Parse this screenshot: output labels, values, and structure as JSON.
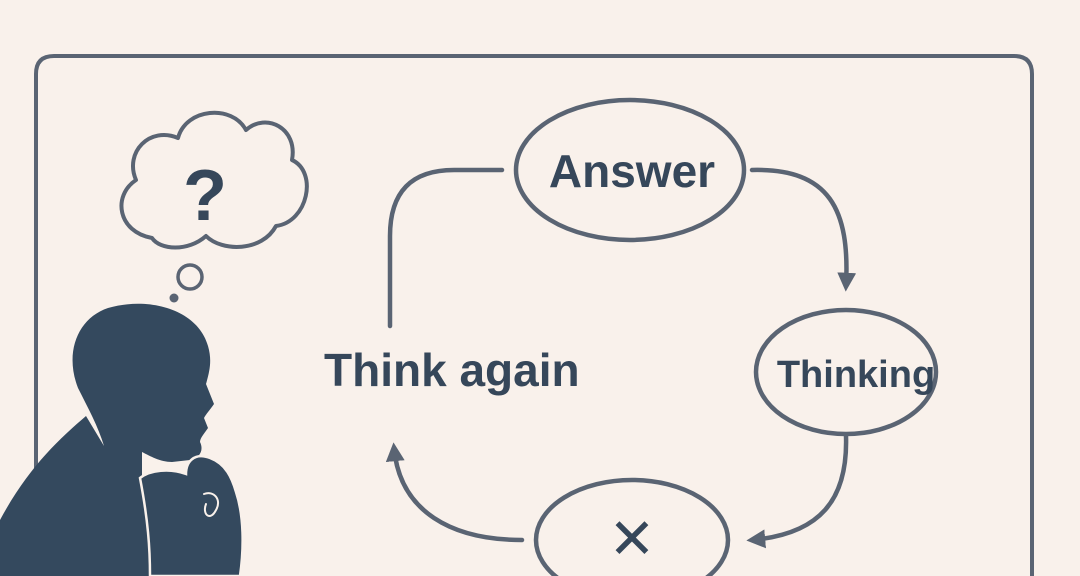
{
  "diagram": {
    "nodes": {
      "answer": "Answer",
      "thinking": "Thinking",
      "wrong_mark": "✕"
    },
    "side_label": "Think again",
    "thought_bubble_symbol": "?"
  },
  "colors": {
    "background": "#f9f1eb",
    "ink": "#5a6473",
    "text": "#36475a",
    "silhouette": "#34495e"
  },
  "icons": {
    "person": "thinking-person-silhouette-icon",
    "bubble": "thought-bubble-icon",
    "cross": "cross-mark-icon"
  }
}
